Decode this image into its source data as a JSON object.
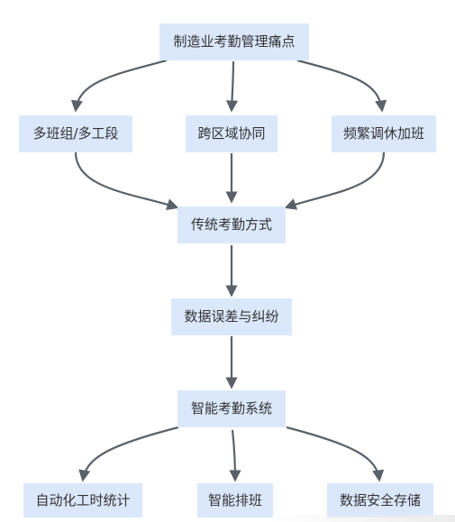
{
  "diagram": {
    "nodes": {
      "root": "制造业考勤管理痛点",
      "pain_multi_shift": "多班组/多工段",
      "pain_cross_region": "跨区域协同",
      "pain_frequent_overtime": "频繁调休加班",
      "traditional": "传统考勤方式",
      "errors": "数据误差与纠纷",
      "smart_system": "智能考勤系统",
      "auto_stats": "自动化工时统计",
      "smart_scheduling": "智能排班",
      "data_security": "数据安全存储"
    },
    "colors": {
      "node_fill": "#dbe8fb",
      "edge": "#5b6169",
      "text": "#333333"
    }
  }
}
